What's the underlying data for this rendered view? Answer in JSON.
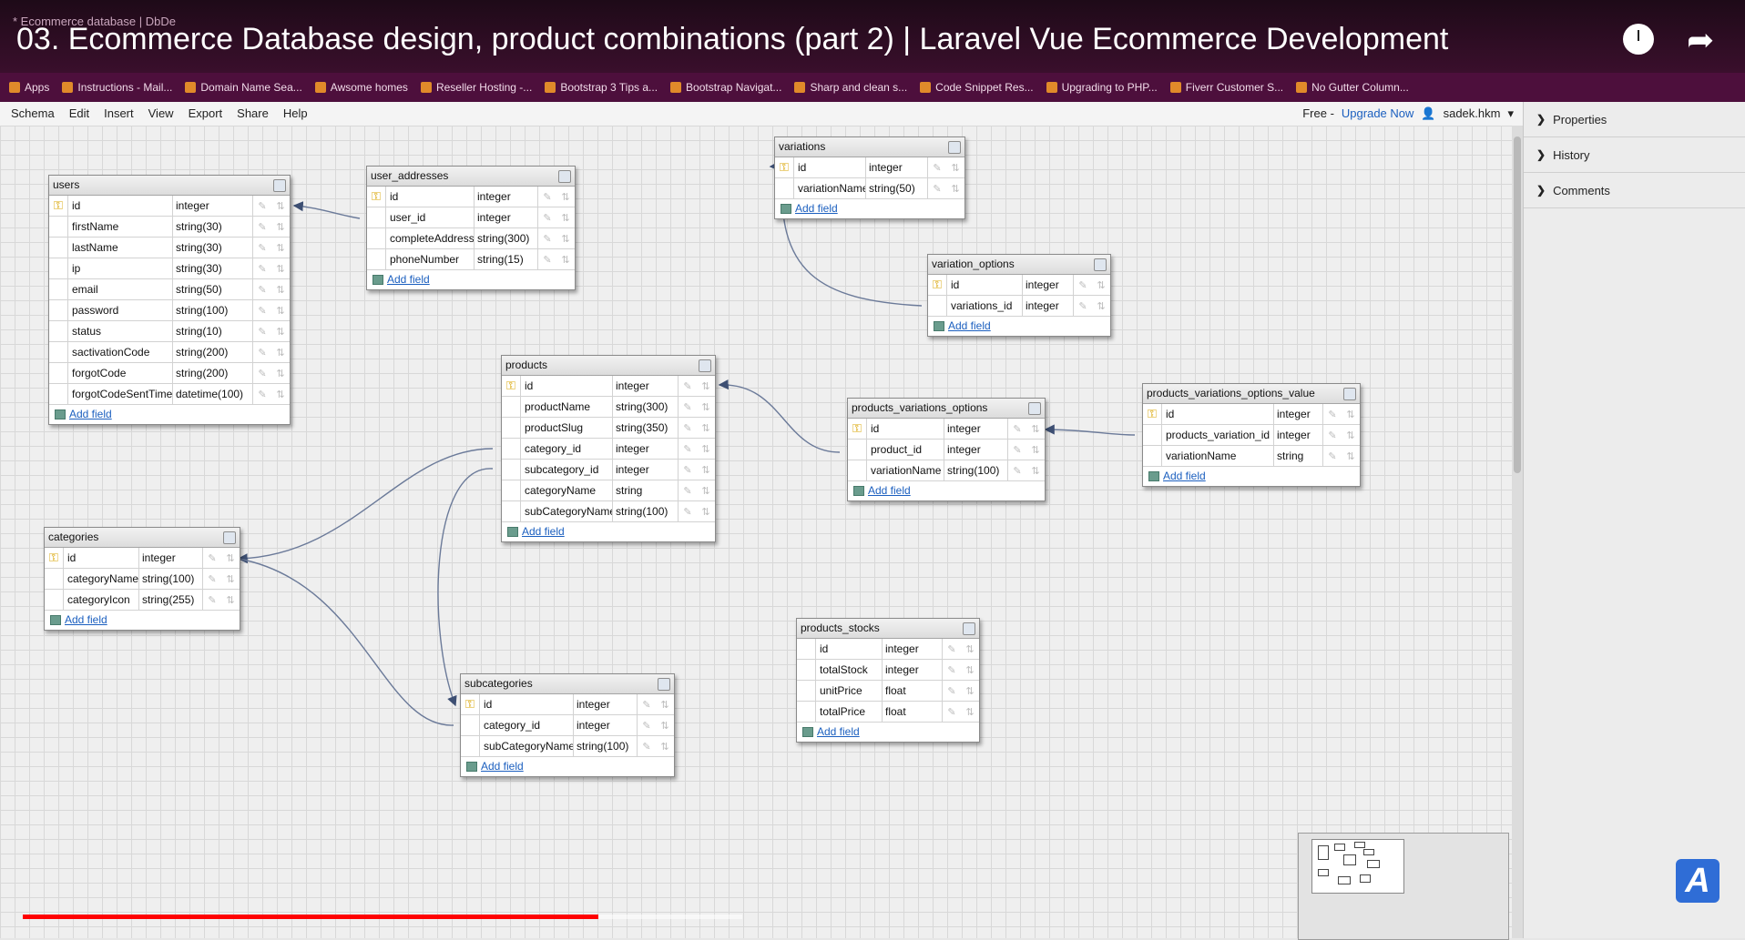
{
  "video": {
    "title": "03. Ecommerce Database design, product combinations (part 2) | Laravel Vue Ecommerce Development",
    "browser_tab": "* Ecommerce database | DbDe"
  },
  "bookmarks": [
    "Apps",
    "Instructions - Mail...",
    "Domain Name Sea...",
    "Awsome homes",
    "Reseller Hosting -...",
    "Bootstrap 3 Tips a...",
    "Bootstrap Navigat...",
    "Sharp and clean s...",
    "Code Snippet Res...",
    "Upgrading to PHP...",
    "Fiverr Customer S...",
    "No Gutter Column..."
  ],
  "menu": {
    "items": [
      "Schema",
      "Edit",
      "Insert",
      "View",
      "Export",
      "Share",
      "Help"
    ],
    "plan": "Free -",
    "upgrade": "Upgrade Now",
    "user": "sadek.hkm"
  },
  "side_panel": [
    "Properties",
    "History",
    "Comments"
  ],
  "add_field_label": "Add field",
  "tables": {
    "users": {
      "name": "users",
      "fields": [
        {
          "name": "id",
          "type": "integer",
          "pk": true
        },
        {
          "name": "firstName",
          "type": "string(30)"
        },
        {
          "name": "lastName",
          "type": "string(30)"
        },
        {
          "name": "ip",
          "type": "string(30)"
        },
        {
          "name": "email",
          "type": "string(50)"
        },
        {
          "name": "password",
          "type": "string(100)"
        },
        {
          "name": "status",
          "type": "string(10)"
        },
        {
          "name": "sactivationCode",
          "type": "string(200)"
        },
        {
          "name": "forgotCode",
          "type": "string(200)"
        },
        {
          "name": "forgotCodeSentTime",
          "type": "datetime(100)"
        }
      ]
    },
    "user_addresses": {
      "name": "user_addresses",
      "fields": [
        {
          "name": "id",
          "type": "integer",
          "pk": true
        },
        {
          "name": "user_id",
          "type": "integer"
        },
        {
          "name": "completeAddress",
          "type": "string(300)"
        },
        {
          "name": "phoneNumber",
          "type": "string(15)"
        }
      ]
    },
    "variations": {
      "name": "variations",
      "fields": [
        {
          "name": "id",
          "type": "integer",
          "pk": true
        },
        {
          "name": "variationName",
          "type": "string(50)"
        }
      ]
    },
    "variation_options": {
      "name": "variation_options",
      "fields": [
        {
          "name": "id",
          "type": "integer",
          "pk": true
        },
        {
          "name": "variations_id",
          "type": "integer"
        }
      ]
    },
    "products": {
      "name": "products",
      "fields": [
        {
          "name": "id",
          "type": "integer",
          "pk": true
        },
        {
          "name": "productName",
          "type": "string(300)"
        },
        {
          "name": "productSlug",
          "type": "string(350)"
        },
        {
          "name": "category_id",
          "type": "integer"
        },
        {
          "name": "subcategory_id",
          "type": "integer"
        },
        {
          "name": "categoryName",
          "type": "string"
        },
        {
          "name": "subCategoryName",
          "type": "string(100)"
        }
      ]
    },
    "products_variations_options": {
      "name": "products_variations_options",
      "fields": [
        {
          "name": "id",
          "type": "integer",
          "pk": true
        },
        {
          "name": "product_id",
          "type": "integer"
        },
        {
          "name": "variationName",
          "type": "string(100)"
        }
      ]
    },
    "products_variations_options_value": {
      "name": "products_variations_options_value",
      "fields": [
        {
          "name": "id",
          "type": "integer",
          "pk": true
        },
        {
          "name": "products_variation_id",
          "type": "integer"
        },
        {
          "name": "variationName",
          "type": "string"
        }
      ]
    },
    "categories": {
      "name": "categories",
      "fields": [
        {
          "name": "id",
          "type": "integer",
          "pk": true
        },
        {
          "name": "categoryName",
          "type": "string(100)"
        },
        {
          "name": "categoryIcon",
          "type": "string(255)"
        }
      ]
    },
    "subcategories": {
      "name": "subcategories",
      "fields": [
        {
          "name": "id",
          "type": "integer",
          "pk": true
        },
        {
          "name": "category_id",
          "type": "integer"
        },
        {
          "name": "subCategoryName",
          "type": "string(100)"
        }
      ]
    },
    "products_stocks": {
      "name": "products_stocks",
      "fields": [
        {
          "name": "id",
          "type": "integer"
        },
        {
          "name": "totalStock",
          "type": "integer"
        },
        {
          "name": "unitPrice",
          "type": "float"
        },
        {
          "name": "totalPrice",
          "type": "float"
        }
      ]
    }
  },
  "video_progress": 0.8
}
